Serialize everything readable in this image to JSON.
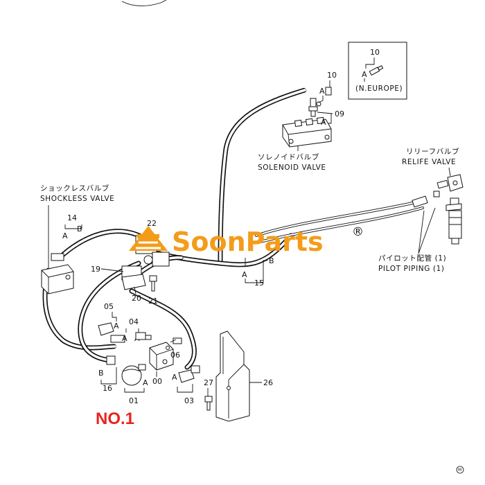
{
  "brand": {
    "name": "SoonParts",
    "registered": "®",
    "logo_color": "#f39c1a"
  },
  "title": {
    "text": "NO.1",
    "color": "#e8241d"
  },
  "callouts": {
    "shockless_valve_jp": "ショックレスバルブ",
    "shockless_valve": "SHOCKLESS VALVE",
    "solenoid_valve_jp": "ソレノイドバルブ",
    "solenoid_valve": "SOLENOID VALVE",
    "relife_valve_jp": "リリーフバルブ",
    "relife_valve": "RELIFE VALVE",
    "pilot_piping_jp": "パイロット配管 (1)",
    "pilot_piping": "PILOT PIPING (1)",
    "n_europe": "(N.EUROPE)"
  },
  "parts": {
    "p00": "00",
    "p01": "01",
    "p03": "03",
    "p04": "04",
    "p05": "05",
    "p06": "06",
    "p09": "09",
    "p10_inset": "10",
    "p10": "10",
    "p14": "14",
    "p15": "15",
    "p16": "16",
    "p19": "19",
    "p20": "20",
    "p21": "21",
    "p26": "26",
    "p27": "27",
    "p_hidden": "22"
  },
  "ends": {
    "a": "A",
    "b": "B"
  },
  "corner_mark": "M"
}
